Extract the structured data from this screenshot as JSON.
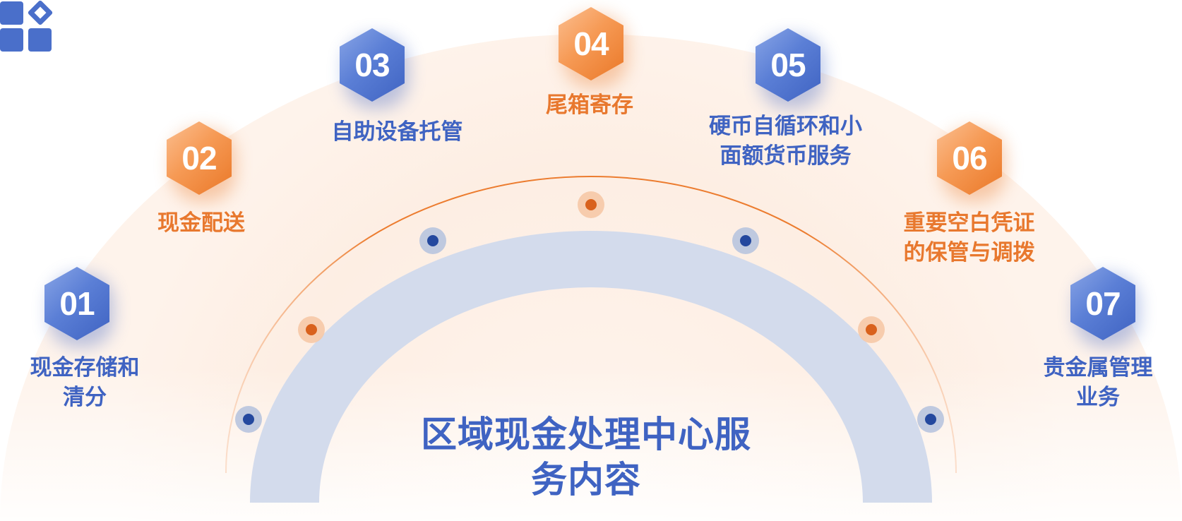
{
  "center": {
    "title_line1": "区域现金处理中心服",
    "title_line2": "务内容",
    "icon": "grid-apps-icon"
  },
  "items": [
    {
      "num": "01",
      "label": "现金存储和\n清分",
      "color": "blue"
    },
    {
      "num": "02",
      "label": "现金配送",
      "color": "orange"
    },
    {
      "num": "03",
      "label": "自助设备托管",
      "color": "blue"
    },
    {
      "num": "04",
      "label": "尾箱寄存",
      "color": "orange"
    },
    {
      "num": "05",
      "label": "硬币自循环和小\n面额货币服务",
      "color": "blue"
    },
    {
      "num": "06",
      "label": "重要空白凭证\n的保管与调拨",
      "color": "orange"
    },
    {
      "num": "07",
      "label": "贵金属管理\n业务",
      "color": "blue"
    }
  ],
  "colors": {
    "blue": "#3f63c2",
    "orange": "#e8782e",
    "inner_arc": "#d3dbec",
    "outer_glow": "#fde9dc"
  }
}
